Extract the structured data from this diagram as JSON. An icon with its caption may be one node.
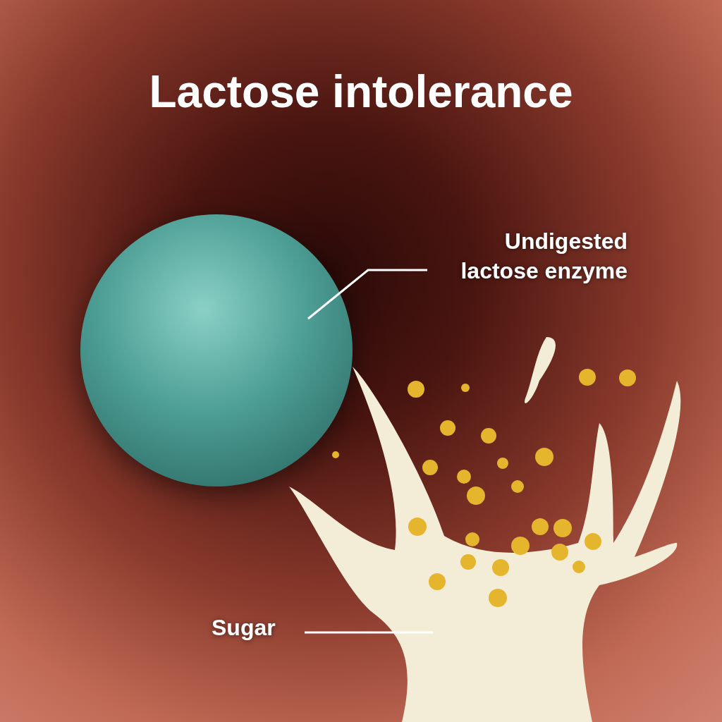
{
  "diagram": {
    "title": "Lactose intolerance",
    "nodes": [
      {
        "text": [
          "Undigested lactose enzyme"
        ]
      },
      {
        "text": [],
        "shape": "circle"
      },
      {
        "text": [
          "Sugar"
        ]
      },
      {
        "text": [],
        "shape": "picture"
      }
    ],
    "edges": [
      {
        "from": 0,
        "to": 1,
        "arrow": "none"
      },
      {
        "from": 2,
        "to": 3,
        "arrow": "none"
      }
    ]
  }
}
